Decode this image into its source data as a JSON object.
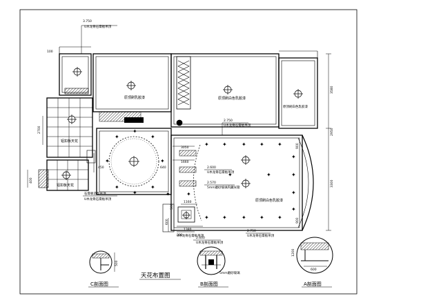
{
  "drawing": {
    "title": "天花布置图",
    "sections": {
      "c": "C剖面图",
      "b": "B剖面图",
      "a": "A剖面图"
    }
  },
  "rooms": {
    "r1": "原顶刷乳胶漆",
    "r2": "原顶刷白色乳胶漆",
    "r3": "原顶刷白色乳胶漆",
    "r4": "铝扣板天花",
    "r5": "铝扣板天花",
    "r6": "原顶刷白色乳胶漆"
  },
  "annotations": {
    "top_level": "3.750",
    "top_note": "U木龙骨石膏板吊顶",
    "mid_level": "2.750",
    "mid_note": "U木龙骨石膏板吊顶",
    "ann_a1": "2.600",
    "ann_a2": "U木龙骨石膏板吊顶",
    "ann_b1": "2.570",
    "ann_b2": "5mm磨砂玻璃内藏光管",
    "ann_c1": "2.750",
    "ann_c2": "U木龙骨石膏板吊顶",
    "left_note1": "石膏板造型吊顶",
    "left_note2": "U木龙骨石膏板吊顶",
    "bottom_ann1": "2.600",
    "bottom_ann2": "U木龙骨石膏板吊顶",
    "bottom_ann3": "U木龙骨石膏板吊顶",
    "glass_note": "5mm磨砂玻璃"
  },
  "dims": {
    "d100": "100",
    "d3580": "3580",
    "d2950": "2950",
    "d3300": "3300",
    "d2700": "2700",
    "d400": "400",
    "d900a": "900",
    "d900b": "900",
    "d640": "640",
    "d450": "450",
    "d3050": "3050",
    "d1660": "1660",
    "d1160": "1160",
    "d1380": "1380",
    "d300": "300",
    "d600": "600",
    "d500a": "500",
    "d500b": "500",
    "d600b": "600",
    "d1200": "1200"
  }
}
